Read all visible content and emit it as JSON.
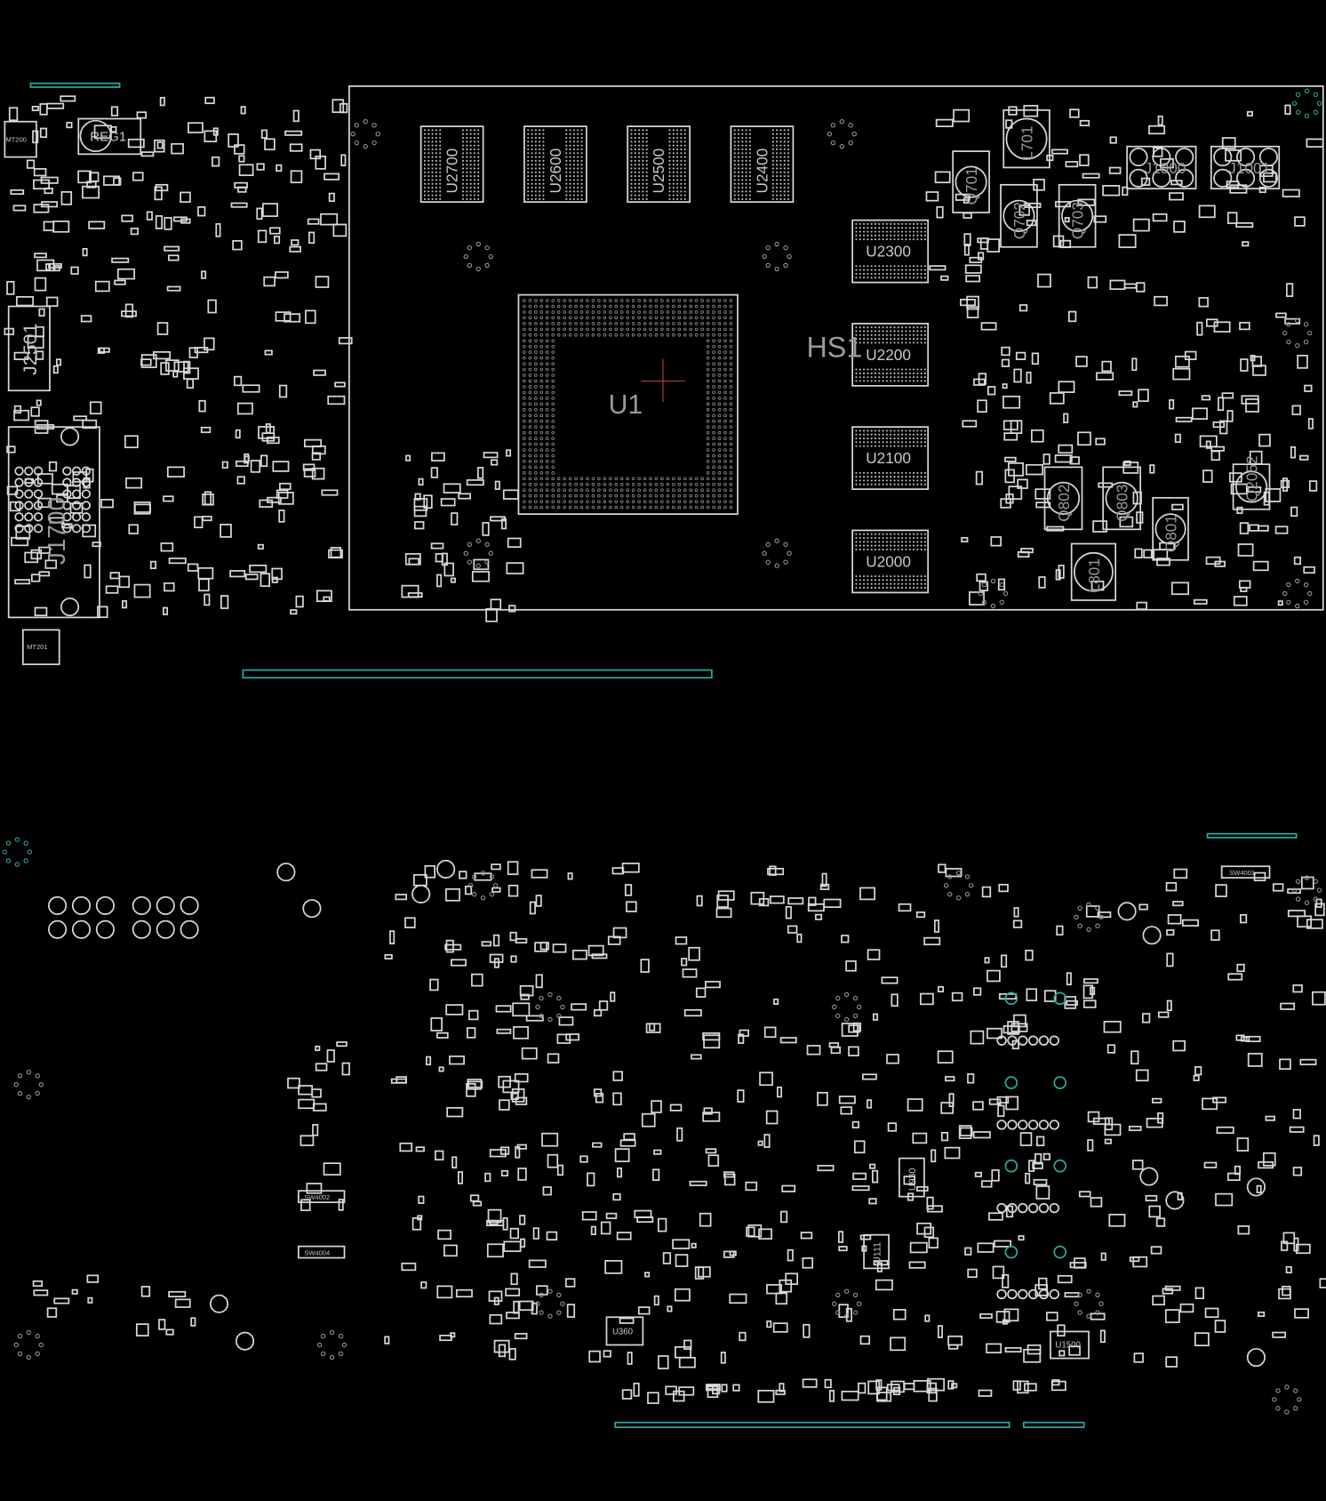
{
  "board_top": {
    "heatsink": "HS1",
    "gpu": "U1",
    "memory": [
      "U2700",
      "U2600",
      "U2500",
      "U2400",
      "U2300",
      "U2200",
      "U2100",
      "U2000"
    ],
    "regulator": "REG1",
    "mount_holes": [
      "MT200",
      "MT201"
    ],
    "connectors": [
      "J2501",
      "J1700",
      "J1000",
      "J1001"
    ],
    "transistors": [
      "Q701",
      "Q702",
      "Q703",
      "Q802",
      "Q803",
      "Q801",
      "Q2052"
    ],
    "inductors": [
      "L701",
      "L801"
    ]
  },
  "board_bottom": {
    "switches": [
      "SW4001",
      "SW4002",
      "SW4004"
    ],
    "ics": [
      "U360",
      "U111",
      "U930",
      "U1500"
    ]
  },
  "colors": {
    "background": "#000000",
    "outline": "#d8d8d8",
    "highlight": "#2fa7a0",
    "cursor": "#c0404a"
  }
}
